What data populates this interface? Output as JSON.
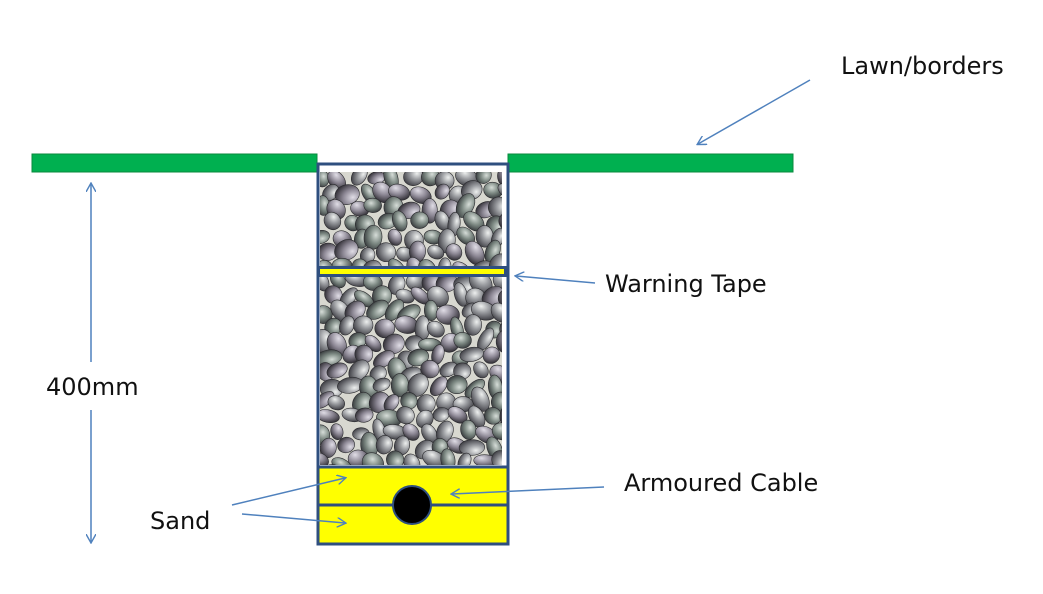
{
  "labels": {
    "lawn": "Lawn/borders",
    "warning_tape": "Warning Tape",
    "depth": "400mm",
    "cable": "Armoured Cable",
    "sand": "Sand"
  },
  "colors": {
    "lawn_green": "#00b050",
    "lawn_shadow": "#0a7a35",
    "sand_yellow": "#ffff00",
    "trench_outline": "#2f4f7f",
    "arrow_blue": "#4f81bd",
    "gravel_bg": "#d8d8d0",
    "cable_black": "#000000"
  }
}
